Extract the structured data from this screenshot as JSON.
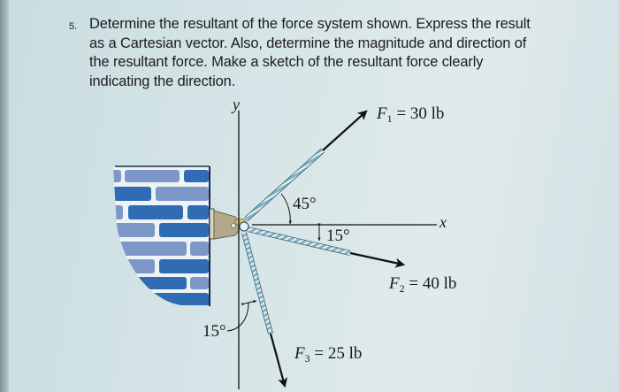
{
  "problem": {
    "number": "5.",
    "lines": [
      "Determine the resultant of the force system shown. Express the result",
      "as a Cartesian vector. Also, determine the magnitude and direction of",
      "the resultant force. Make a sketch of the resultant force clearly",
      "indicating the direction."
    ]
  },
  "diagram": {
    "axes": {
      "x_label": "x",
      "y_label": "y"
    },
    "forces": [
      {
        "name": "F",
        "sub": "1",
        "eq": "=",
        "value": "30 lb",
        "angle_label": "45°",
        "angle_ref": "from +x axis, up-right"
      },
      {
        "name": "F",
        "sub": "2",
        "eq": "=",
        "value": "40 lb",
        "angle_label": "15°",
        "angle_ref": "below +x axis"
      },
      {
        "name": "F",
        "sub": "3",
        "eq": "=",
        "value": "25 lb",
        "angle_label": "15°",
        "angle_ref": "from -y axis toward +x"
      }
    ],
    "colors": {
      "brick_dark": "#2f6cb3",
      "brick_light": "#7d98c8",
      "wall_line": "#1a2a4a",
      "bracket": "#b3a98a",
      "cable": "#8fc4d6",
      "arrow": "#111111"
    }
  }
}
